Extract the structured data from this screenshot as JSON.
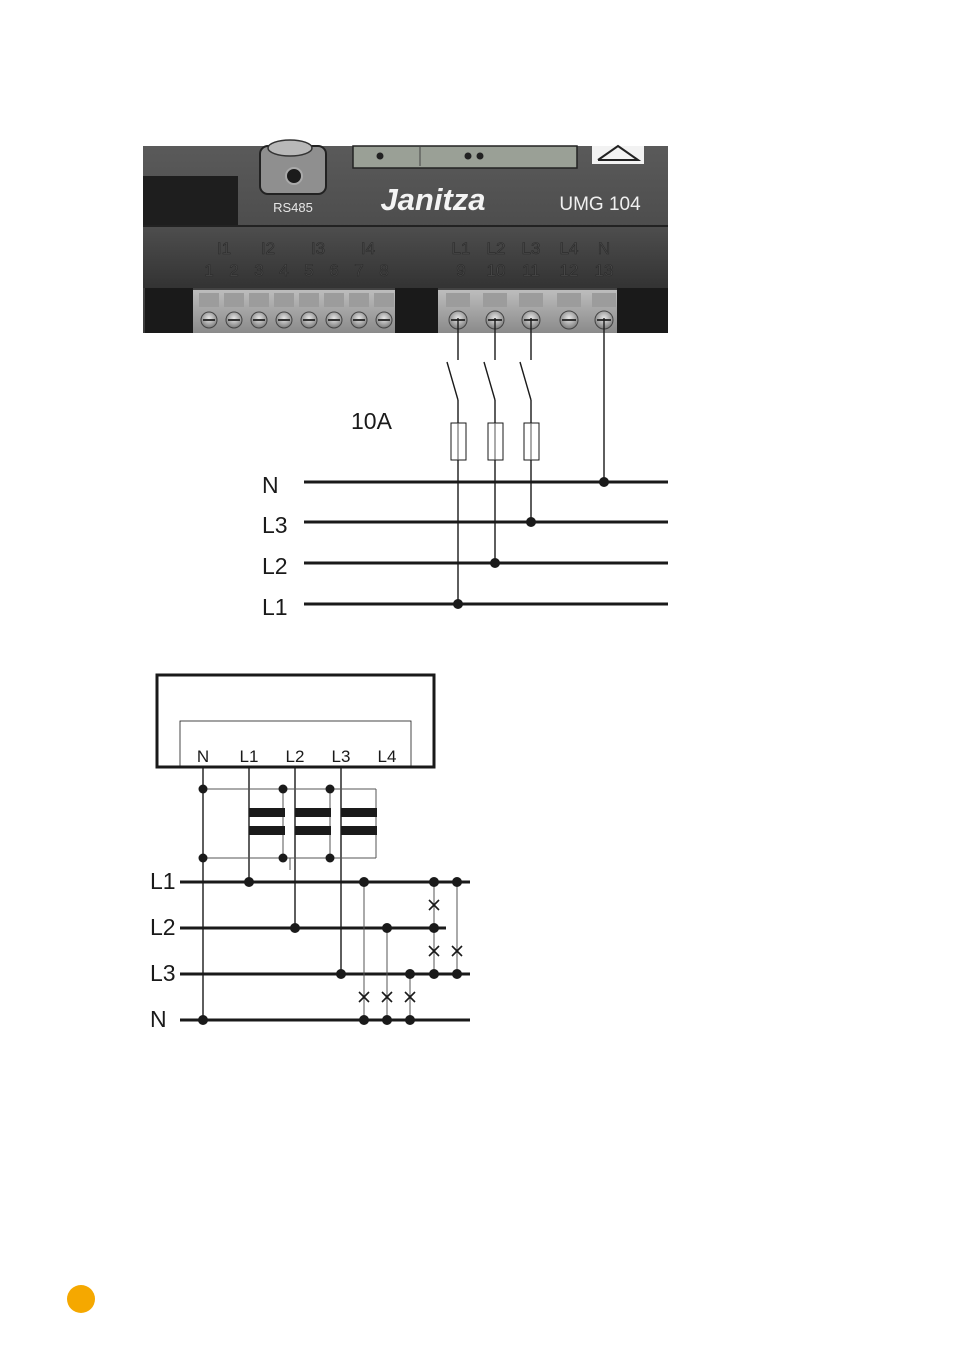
{
  "device": {
    "brand": "Janitza",
    "model": "UMG 104",
    "port_label": "RS485",
    "display_text": "",
    "current_groups": [
      "I1",
      "I2",
      "I3",
      "I4"
    ],
    "current_terminals": [
      "1",
      "2",
      "3",
      "4",
      "5",
      "6",
      "7",
      "8"
    ],
    "voltage_groups": [
      "L1",
      "L2",
      "L3",
      "L4",
      "N"
    ],
    "voltage_terminals": [
      "9",
      "10",
      "11",
      "12",
      "13"
    ]
  },
  "wiring_top": {
    "fuse_label": "10A",
    "lines": [
      "N",
      "L3",
      "L2",
      "L1"
    ]
  },
  "wiring_bottom": {
    "box_terminals": [
      "N",
      "L1",
      "L2",
      "L3",
      "L4"
    ],
    "lines": [
      "L1",
      "L2",
      "L3",
      "N"
    ]
  },
  "colors": {
    "accent": "#F5A800",
    "housing": "#3a3a3a"
  }
}
